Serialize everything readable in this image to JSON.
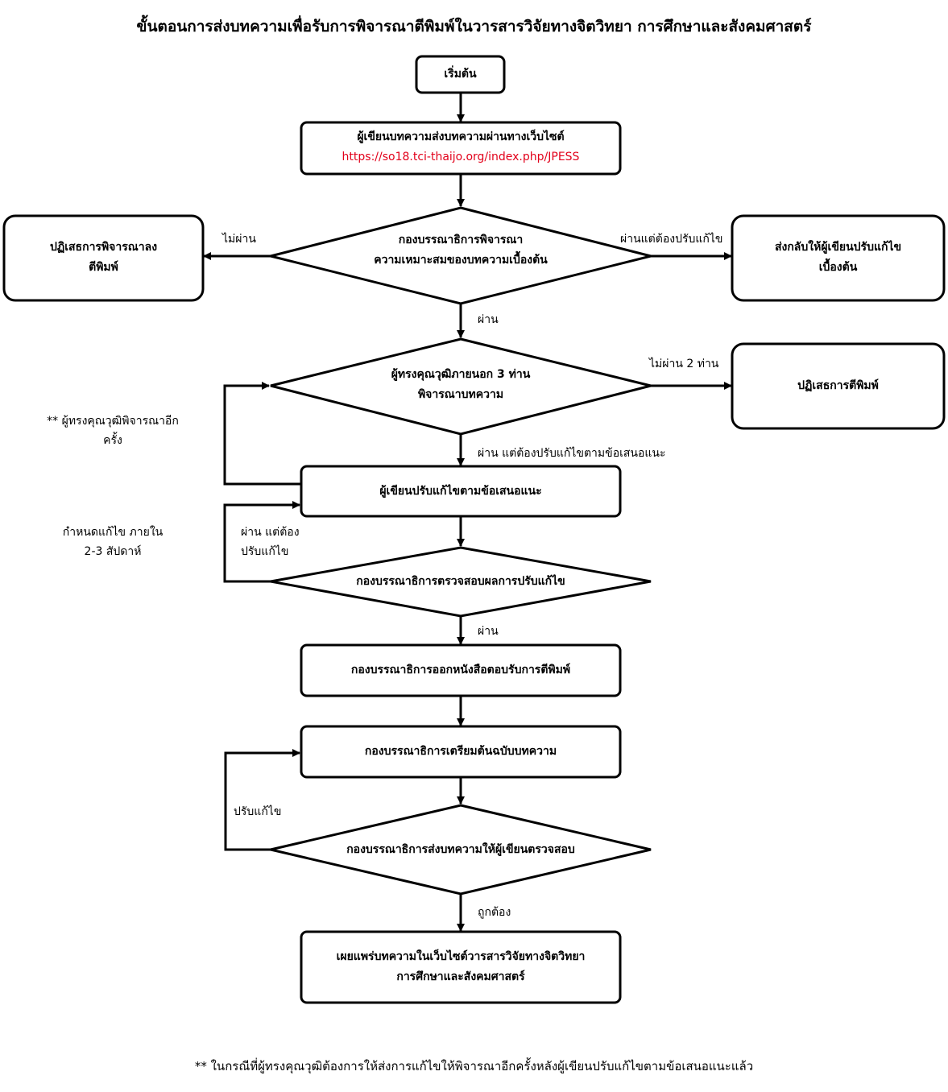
{
  "title": "ขั้นตอนการส่งบทความเพื่อรับการพิจารณาตีพิมพ์ในวารสารวิจัยทางจิตวิทยา การศึกษาและสังคมศาสตร์",
  "nodes": {
    "start": "เริ่มต้น",
    "submit_line1": "ผู้เขียนบทความส่งบทความผ่านทางเว็บไซต์",
    "submit_url": "https://so18.tci-thaijo.org/index.php/JPESS",
    "screen_line1": "กองบรรณาธิการพิจารณา",
    "screen_line2": "ความเหมาะสมของบทความเบื้องต้น",
    "reject1_line1": "ปฏิเสธการพิจารณาลง",
    "reject1_line2": "ตีพิมพ์",
    "return_line1": "ส่งกลับให้ผู้เขียนปรับแก้ไข",
    "return_line2": "เบื้องต้น",
    "review_line1": "ผู้ทรงคุณวุฒิภายนอก 3 ท่าน",
    "review_line2": "พิจารณาบทความ",
    "reject2": "ปฏิเสธการตีพิมพ์",
    "revise": "ผู้เขียนปรับแก้ไขตามข้อเสนอแนะ",
    "check": "กองบรรณาธิการตรวจสอบผลการปรับแก้ไข",
    "accept": "กองบรรณาธิการออกหนังสือตอบรับการตีพิมพ์",
    "prepare": "กองบรรณาธิการเตรียมต้นฉบับบทความ",
    "proof": "กองบรรณาธิการส่งบทความให้ผู้เขียนตรวจสอบ",
    "publish_line1": "เผยแพร่บทความในเว็บไซต์วารสารวิจัยทางจิตวิทยา",
    "publish_line2": "การศึกษาและสังคมศาสตร์"
  },
  "labels": {
    "fail": "ไม่ผ่าน",
    "pass_but_revise": "ผ่านแต่ต้องปรับแก้ไข",
    "pass1": "ผ่าน",
    "fail2": "ไม่ผ่าน 2 ท่าน",
    "pass_revise_suggest": "ผ่าน แต่ต้องปรับแก้ไขตามข้อเสนอแนะ",
    "pass_revise_line1": "ผ่าน แต่ต้อง",
    "pass_revise_line2": "ปรับแก้ไข",
    "pass2": "ผ่าน",
    "revise_loop": "ปรับแก้ไข",
    "correct": "ถูกต้อง",
    "rereview_line1": "** ผู้ทรงคุณวุฒิพิจารณาอีก",
    "rereview_line2": "ครั้ง",
    "deadline_line1": "กำหนดแก้ไข ภายใน",
    "deadline_line2": "2-3 สัปดาห์"
  },
  "footnote": "** ในกรณีที่ผู้ทรงคุณวุฒิต้องการให้ส่งการแก้ไขให้พิจารณาอีกครั้งหลังผู้เขียนปรับแก้ไขตามข้อเสนอแนะแล้ว",
  "colors": {
    "url": "#e2001a",
    "stroke": "#000000"
  }
}
